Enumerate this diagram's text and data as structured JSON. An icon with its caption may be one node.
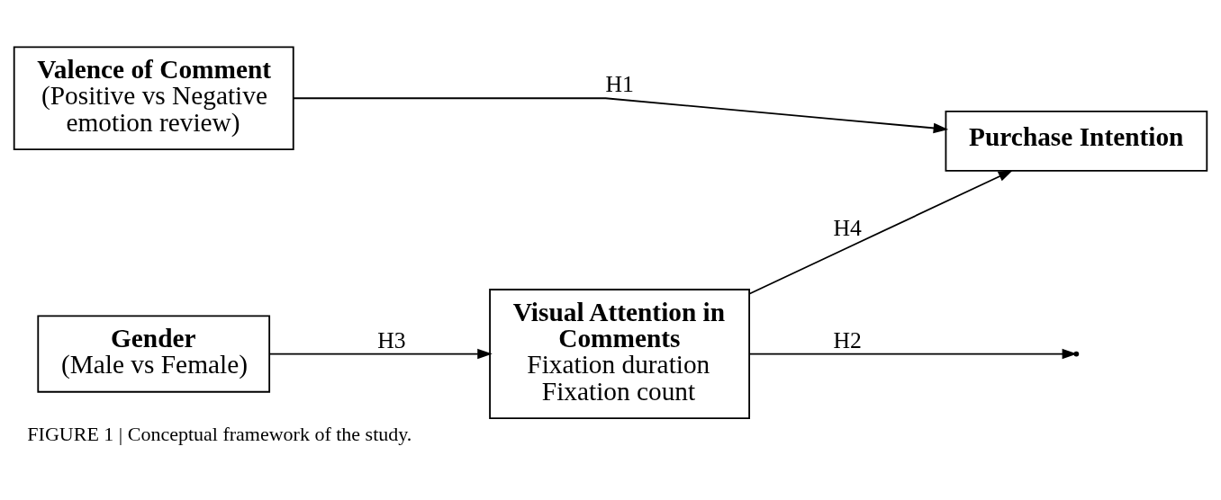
{
  "diagram": {
    "caption": "FIGURE 1 | Conceptual framework of the study.",
    "nodes": [
      {
        "text": [
          "Valence of Comment",
          "(Positive vs Negative emotion review)"
        ]
      },
      {
        "text": [
          "Purchase Intention"
        ]
      },
      {
        "text": [
          "Gender",
          "(Male vs Female)"
        ]
      },
      {
        "text": [
          "Visual Attention in Comments",
          "Fixation duration",
          "Fixation count"
        ]
      }
    ],
    "edges": [
      {
        "from": 0,
        "to": 1,
        "arrow": "to",
        "label": "H1"
      },
      {
        "from": 3,
        "to": null,
        "arrow": "to",
        "label": "H2"
      },
      {
        "from": 2,
        "to": 3,
        "arrow": "to",
        "label": "H3"
      },
      {
        "from": 3,
        "to": 1,
        "arrow": "to",
        "label": "H4"
      }
    ]
  }
}
